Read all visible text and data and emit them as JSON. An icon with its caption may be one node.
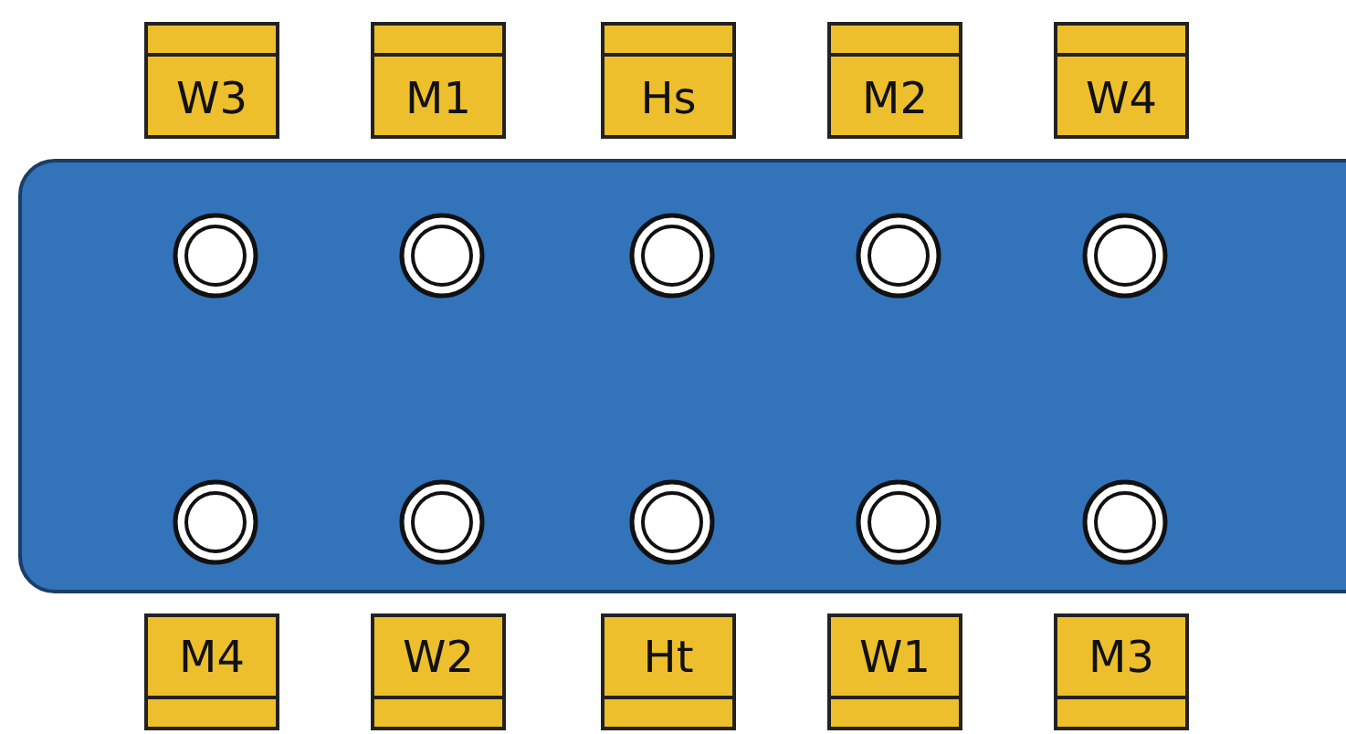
{
  "diagram": {
    "nodes": [
      {
        "text": [
          "W3"
        ]
      },
      {
        "text": [
          "M1"
        ]
      },
      {
        "text": [
          "Hs"
        ]
      },
      {
        "text": [
          "M2"
        ]
      },
      {
        "text": [
          "W4"
        ]
      },
      {
        "text": [],
        "shape": "box"
      },
      {
        "text": [],
        "shape": "circle",
        "in": 5
      },
      {
        "text": [],
        "shape": "circle",
        "in": 5
      },
      {
        "text": [],
        "shape": "circle",
        "in": 5
      },
      {
        "text": [],
        "shape": "circle",
        "in": 5
      },
      {
        "text": [],
        "shape": "circle",
        "in": 5
      },
      {
        "text": [],
        "shape": "circle",
        "in": 5
      },
      {
        "text": [],
        "shape": "circle",
        "in": 5
      },
      {
        "text": [],
        "shape": "circle",
        "in": 5
      },
      {
        "text": [],
        "shape": "circle",
        "in": 5
      },
      {
        "text": [],
        "shape": "circle",
        "in": 5
      },
      {
        "text": [
          "M4"
        ]
      },
      {
        "text": [
          "W2"
        ]
      },
      {
        "text": [
          "Ht"
        ]
      },
      {
        "text": [
          "W1"
        ]
      },
      {
        "text": [
          "M3"
        ]
      }
    ],
    "edges": []
  }
}
